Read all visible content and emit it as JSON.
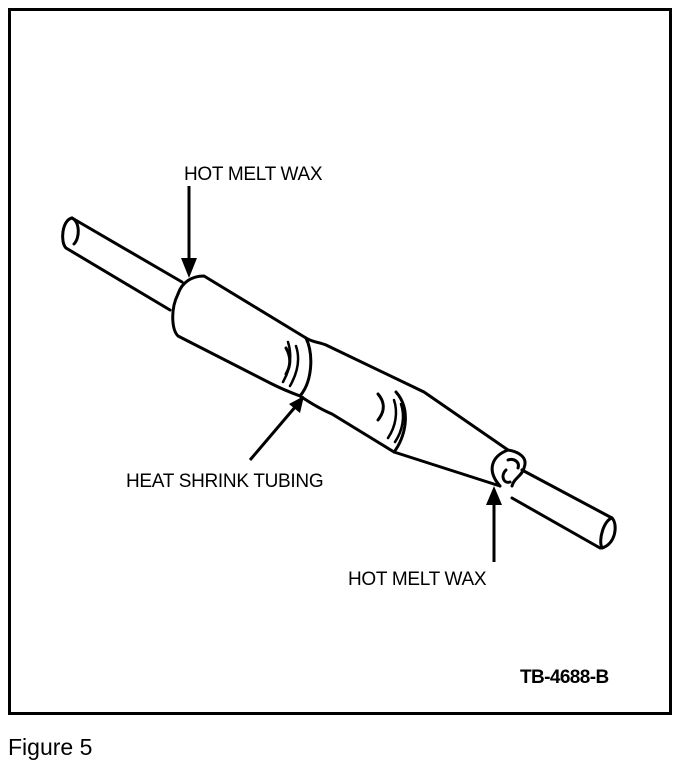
{
  "labels": {
    "hot_melt_wax_top": "HOT MELT WAX",
    "heat_shrink_tubing": "HEAT SHRINK TUBING",
    "hot_melt_wax_bottom": "HOT MELT WAX"
  },
  "figure_code": "TB-4688-B",
  "caption": "Figure 5"
}
